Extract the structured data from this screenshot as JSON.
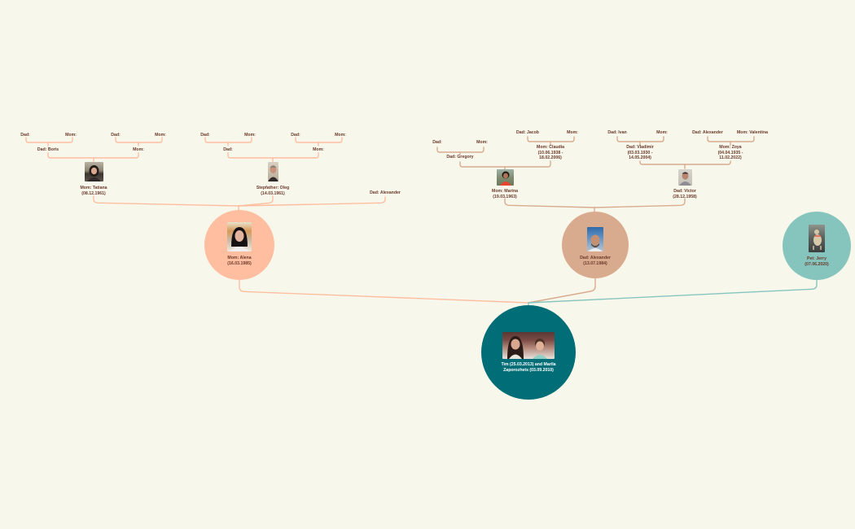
{
  "colors": {
    "background": "#f8f7ec",
    "mom_branch": "#ffbe9f",
    "dad_branch": "#d9ab8e",
    "pet_branch": "#86c5be",
    "root": "#016d76",
    "label_text": "#6b3a2a",
    "root_text": "#ffffff"
  },
  "root": {
    "label_line1": "Tim (25.03.2013) and Marila",
    "label_line2": "Zaporozhets (03.09.2010)"
  },
  "mom": {
    "label_line1": "Mom: Alena",
    "label_line2": "(16.03.1985)",
    "parents": {
      "mother": {
        "line1": "Mom: Tatiana",
        "line2": "(08.12.1961)"
      },
      "stepfather": {
        "line1": "Stepfather: Oleg",
        "line2": "(14.03.1961)"
      },
      "father": {
        "line1": "Dad: Alexander"
      }
    },
    "grandparents": {
      "tatiana_father": "Dad: Boris",
      "tatiana_mother": "Mom:",
      "oleg_father": "Dad:",
      "oleg_mother": "Mom:"
    },
    "great_grandparents": {
      "boris_dad": "Dad:",
      "boris_mom": "Mom:",
      "tatiana_mom_dad": "Dad:",
      "tatiana_mom_mom": "Mom:",
      "oleg_dad_dad": "Dad:",
      "oleg_dad_mom": "Mom:",
      "oleg_mom_dad": "Dad:",
      "oleg_mom_mom": "Mom:"
    }
  },
  "dad": {
    "label_line1": "Dad: Alexander",
    "label_line2": "(13.07.1984)",
    "parents": {
      "mother": {
        "line1": "Mom: Marina",
        "line2": "(19.03.1963)"
      },
      "father": {
        "line1": "Dad: Victor",
        "line2": "(28.12.1958)"
      }
    },
    "grandparents": {
      "marina_father": "Dad: Gregory",
      "marina_mother": {
        "line1": "Mom: Claudia",
        "line2": "(10.06.1938 -",
        "line3": "18.02.2006)"
      },
      "victor_father": {
        "line1": "Dad: Vladimir",
        "line2": "(03.03.1930 -",
        "line3": "14.05.2004)"
      },
      "victor_mother": {
        "line1": "Mom: Zoya",
        "line2": "(04.04.1935 -",
        "line3": "11.02.2022)"
      }
    },
    "great_grandparents": {
      "gregory_dad": "Dad:",
      "gregory_mom": "Mom:",
      "claudia_dad": "Dad: Jacob",
      "claudia_mom": "Mom:",
      "vladimir_dad": "Dad: Ivan",
      "vladimir_mom": "Mom:",
      "zoya_dad": "Dad: Alexander",
      "zoya_mom": "Mom: Valentina"
    }
  },
  "pet": {
    "label_line1": "Pet: Jerry",
    "label_line2": "(07.06.2020)"
  }
}
